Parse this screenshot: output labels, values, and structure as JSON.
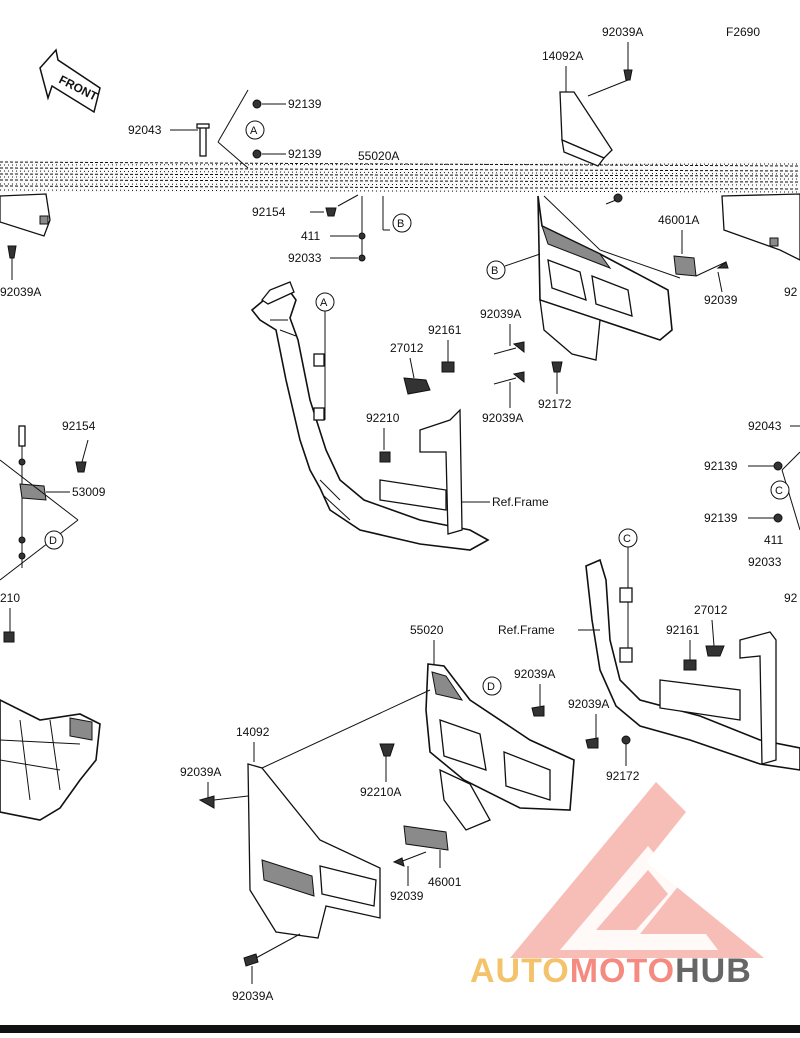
{
  "figure_code": "F2690",
  "front_label": "FRONT",
  "ref_frame": "Ref.Frame",
  "callouts": {
    "a": "A",
    "b": "B",
    "c": "C",
    "d": "D"
  },
  "parts": {
    "p92039A_top": "92039A",
    "p14092A": "14092A",
    "p92139_a": "92139",
    "p92043_left": "92043",
    "p92139_b": "92139",
    "p55020A": "55020A",
    "p92154_top": "92154",
    "p411_top": "411",
    "p92033_top": "92033",
    "p92039A_leftedge": "92039A",
    "p46001A": "46001A",
    "p92039_right": "92039",
    "p92039A_mid1": "92039A",
    "p92161_top": "92161",
    "p27012_top": "27012",
    "p92039A_mid2": "92039A",
    "p92172_top": "92172",
    "p92210_top": "92210",
    "p92043_right": "92043",
    "p92139_c1": "92139",
    "p92139_c2": "92139",
    "p411_right": "411",
    "p92033_right": "92033",
    "p92154_left": "92154",
    "p53009": "53009",
    "p210_left": "210",
    "p27012_right": "27012",
    "p92161_right": "92161",
    "p55020": "55020",
    "p92039A_bot1": "92039A",
    "p92039A_bot2": "92039A",
    "p14092": "14092",
    "p92039A_bot3": "92039A",
    "p92210A": "92210A",
    "p92172_bot": "92172",
    "p46001": "46001",
    "p92039_bot": "92039",
    "p92039A_bot4": "92039A",
    "p92_edge1": "92",
    "p92_edge2": "92"
  },
  "watermark": {
    "text_a": "AUTO",
    "text_b": "MOTO",
    "text_c": "HUB",
    "color_a": "#f4c26b",
    "color_b": "#f48a80",
    "color_c": "#666666",
    "logo_color": "#f4a79f"
  }
}
